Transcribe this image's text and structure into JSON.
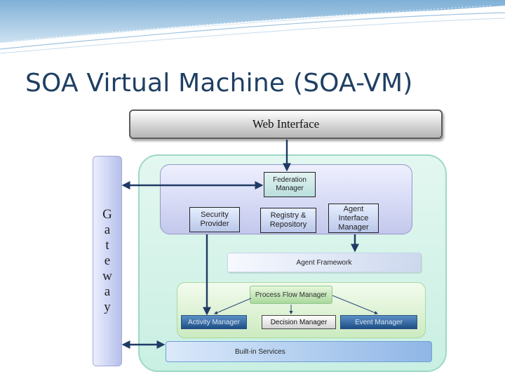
{
  "slide": {
    "title": "SOA Virtual Machine (SOA-VM)"
  },
  "diagram": {
    "web_interface": "Web Interface",
    "gateway_letters": [
      "G",
      "a",
      "t",
      "e",
      "w",
      "a",
      "y"
    ],
    "federation_manager": {
      "line1": "Federation",
      "line2": "Manager"
    },
    "security_provider": {
      "line1": "Security",
      "line2": "Provider"
    },
    "registry_repository": {
      "line1": "Registry &",
      "line2": "Repository"
    },
    "agent_interface_manager": {
      "line1": "Agent",
      "line2": "Interface",
      "line3": "Manager"
    },
    "agent_framework": "Agent Framework",
    "process_flow_manager": "Process Flow Manager",
    "activity_manager": "Activity Manager",
    "decision_manager": "Decision Manager",
    "event_manager": "Event Manager",
    "built_in_services": "Built-in Services"
  },
  "colors": {
    "title": "#1f3f63",
    "connector": "#1f3a66",
    "outer_panel": "#c9efe3",
    "upper_panel": "#c3c8ec",
    "lower_panel": "#ccebc0"
  }
}
